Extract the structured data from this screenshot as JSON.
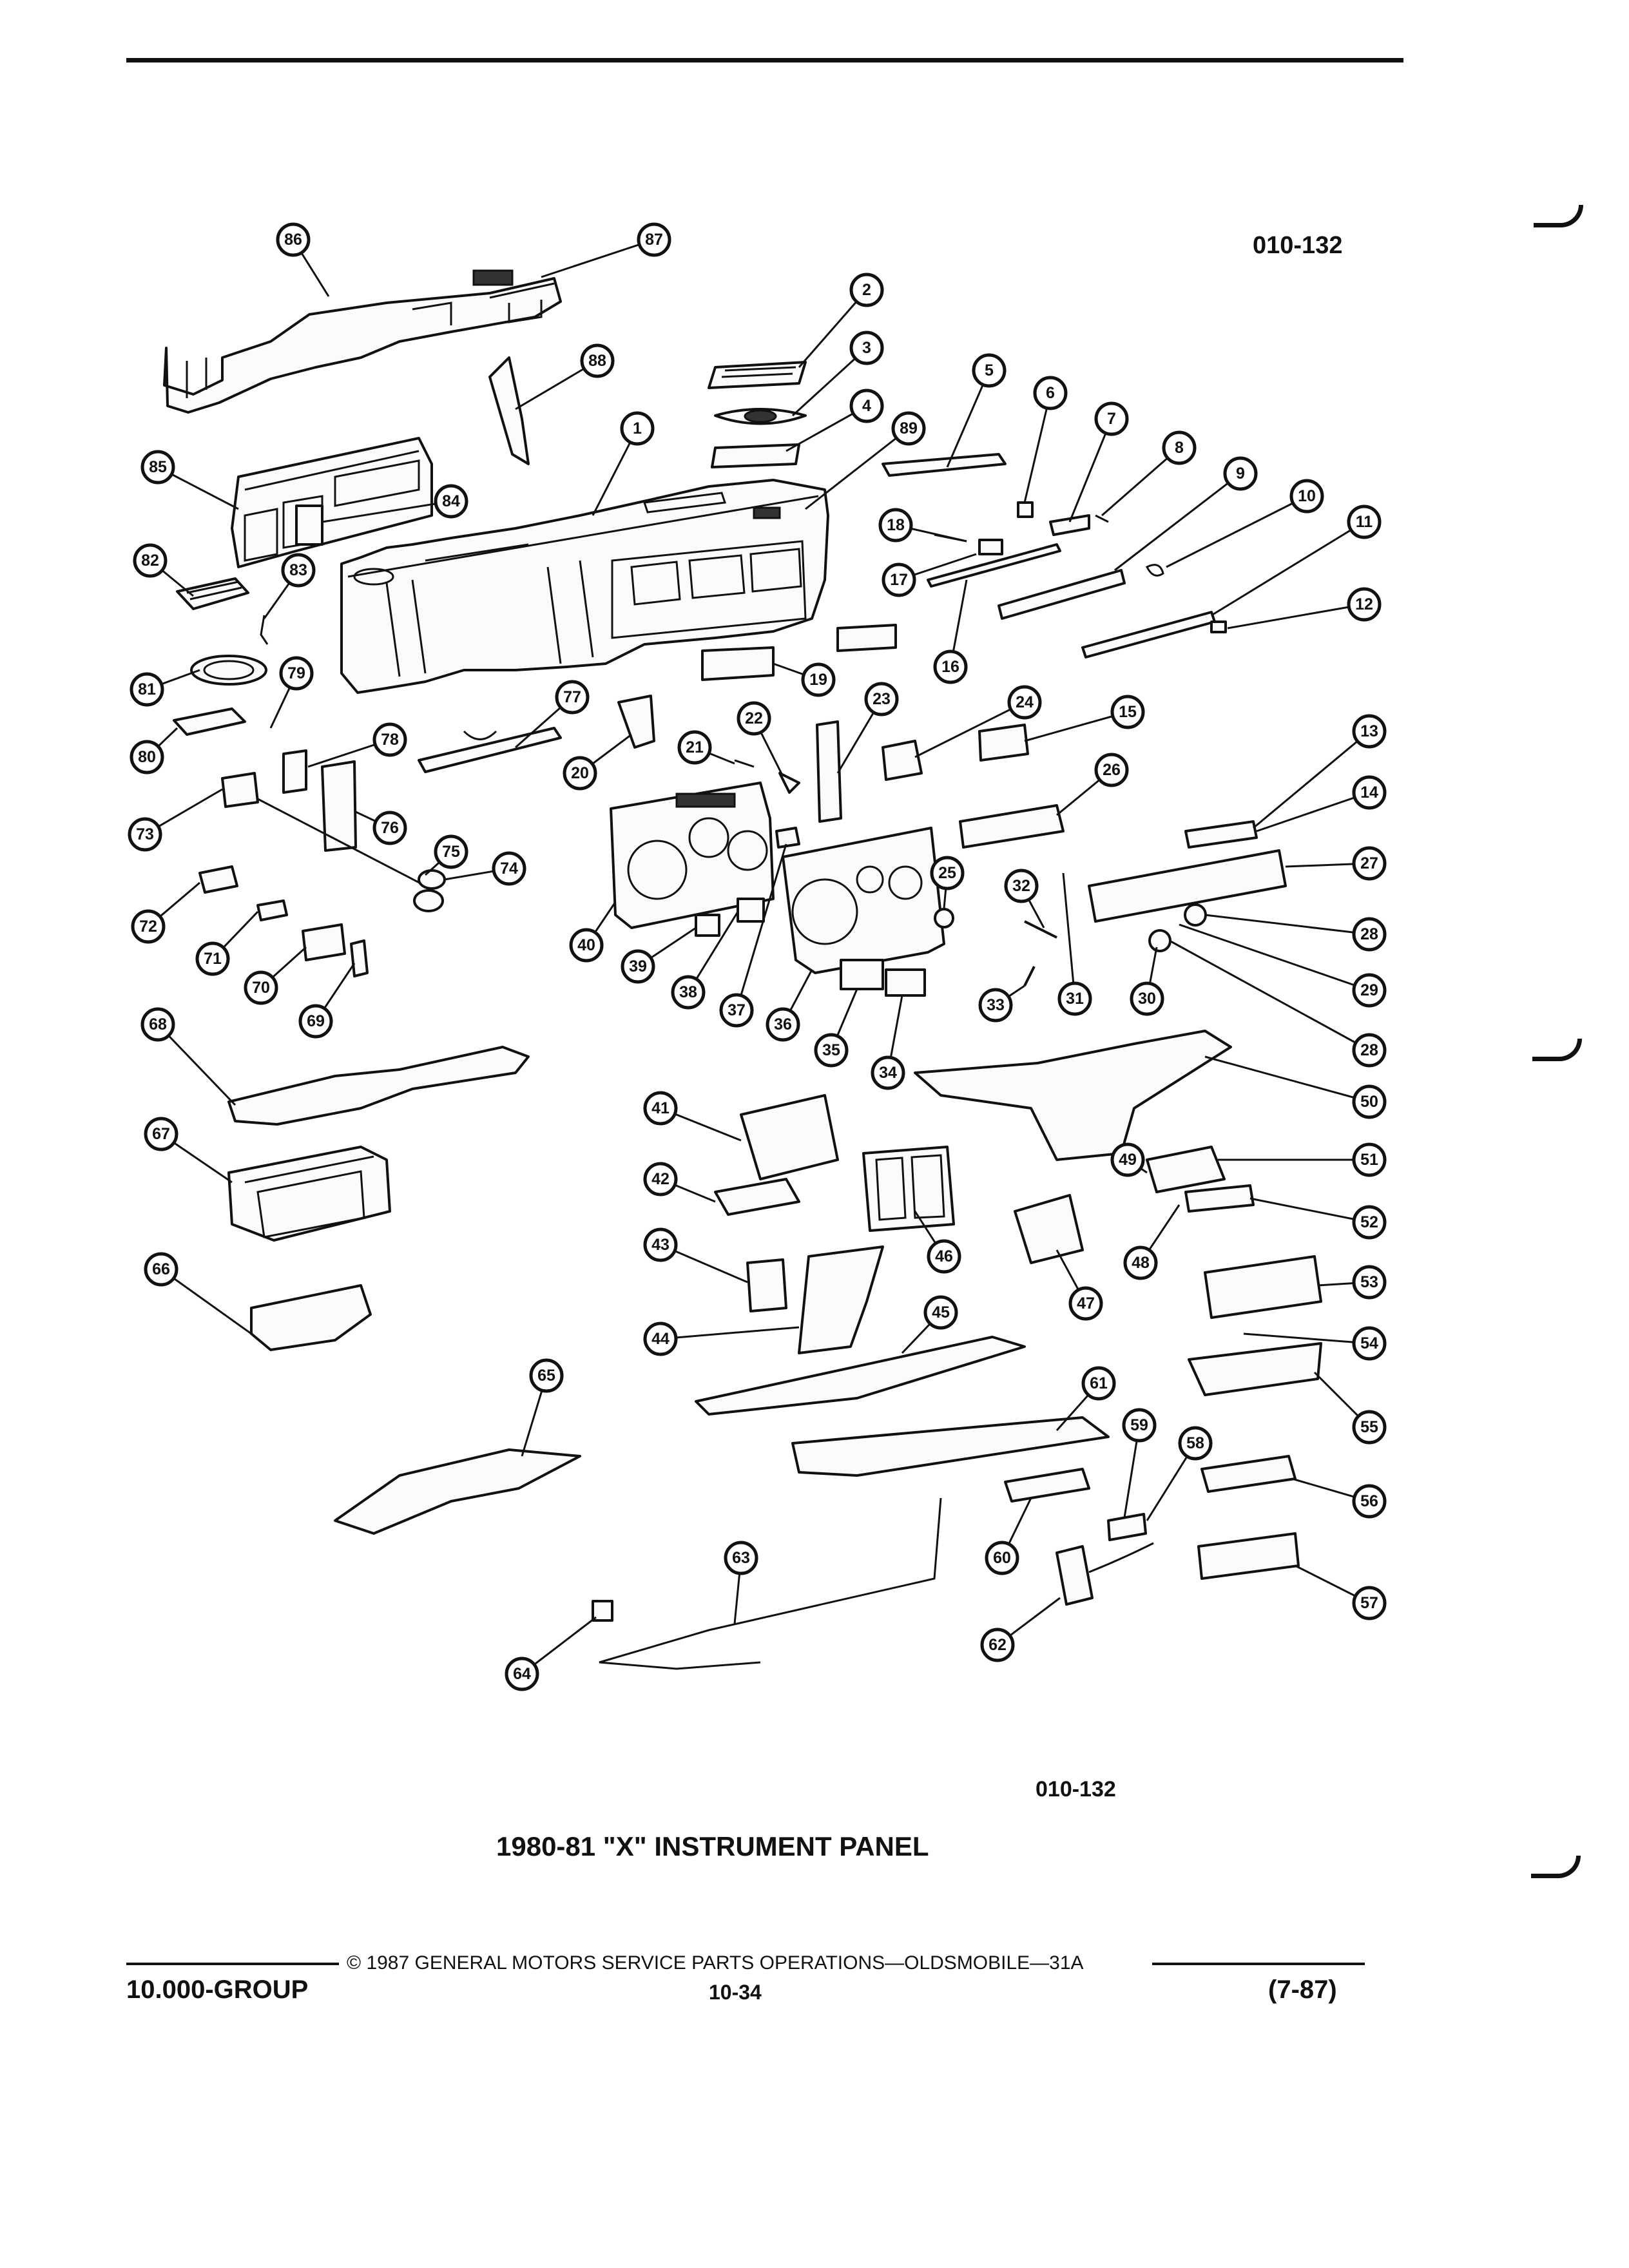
{
  "figure": {
    "code_top": "010-132",
    "code_bottom": "010-132",
    "title": "1980-81 \"X\" INSTRUMENT PANEL"
  },
  "footer": {
    "copyright": "© 1987 GENERAL MOTORS SERVICE PARTS OPERATIONS—OLDSMOBILE—31A",
    "group": "10.000-GROUP",
    "page_number": "10-34",
    "date_code": "(7-87)"
  },
  "callouts": [
    "1",
    "2",
    "3",
    "4",
    "5",
    "6",
    "7",
    "8",
    "9",
    "10",
    "11",
    "12",
    "13",
    "14",
    "15",
    "16",
    "17",
    "18",
    "19",
    "20",
    "21",
    "22",
    "23",
    "24",
    "25",
    "26",
    "27",
    "28",
    "28",
    "29",
    "30",
    "31",
    "32",
    "33",
    "34",
    "35",
    "36",
    "37",
    "38",
    "39",
    "40",
    "41",
    "42",
    "43",
    "44",
    "45",
    "46",
    "47",
    "48",
    "49",
    "50",
    "51",
    "52",
    "53",
    "54",
    "55",
    "56",
    "57",
    "58",
    "59",
    "60",
    "61",
    "62",
    "63",
    "64",
    "65",
    "66",
    "67",
    "68",
    "69",
    "70",
    "71",
    "72",
    "73",
    "74",
    "75",
    "76",
    "77",
    "78",
    "79",
    "80",
    "81",
    "82",
    "83",
    "84",
    "85",
    "86",
    "87",
    "88",
    "89"
  ]
}
